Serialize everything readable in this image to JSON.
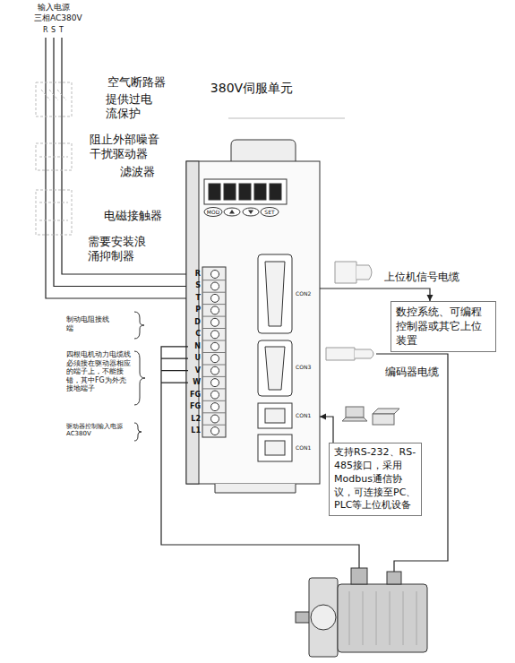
{
  "diagram": {
    "nodes": [
      {
        "text": [
          "380V伺服单元"
        ]
      },
      {
        "text": [
          "数控系统、可编程控制器或其它上位装置"
        ]
      },
      {
        "text": [
          "支持RS-232、RS-485接口，采用Modbus通信协议，可连接至PC、PLC等上位机设备"
        ]
      }
    ],
    "edges": [
      {
        "from": 0,
        "to": 1,
        "arrow": "to",
        "label": "上位机信号电缆"
      },
      {
        "from": 2,
        "to": 0,
        "arrow": "to"
      }
    ],
    "labels": [
      "输入电源",
      "三相AC380V",
      "R",
      "S",
      "T",
      "空气断路器",
      "提供过电流保护",
      "阻止外部噪音干扰驱动器",
      "滤波器",
      "电磁接触器",
      "需要安装浪涌抑制器",
      "MOD",
      "SET",
      "R",
      "S",
      "T",
      "P",
      "D",
      "C",
      "N",
      "U",
      "V",
      "W",
      "FG",
      "FG",
      "L2",
      "L1",
      "CON2",
      "CON3",
      "CON1",
      "CON1",
      "制动电阻接线端",
      "四根电机动力电缆线必须接在驱动器相应的端子上，不能接错，其中FG为外壳接地端子",
      "驱动器控制输入电源AC380V",
      "编码器电缆"
    ]
  }
}
